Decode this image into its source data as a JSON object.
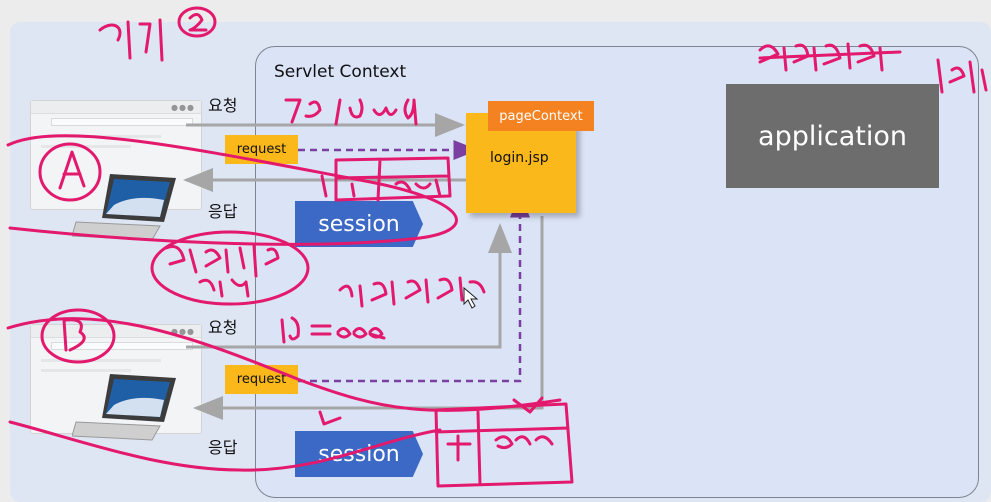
{
  "context": {
    "title": "Servlet Context"
  },
  "client_a": {
    "request_label": "요청",
    "response_label": "응답",
    "request_tag": "request"
  },
  "client_b": {
    "request_label": "요청",
    "response_label": "응답",
    "request_tag": "request"
  },
  "jsp": {
    "page_context": "pageContext",
    "file": "login.jsp"
  },
  "session_a": {
    "label": "session"
  },
  "session_b": {
    "label": "session"
  },
  "application": {
    "label": "application"
  },
  "colors": {
    "context_fill": "#dbe3f7",
    "jsp_fill": "#fbb81b",
    "page_context_fill": "#f58220",
    "session_fill": "#3b69c5",
    "application_fill": "#6d6d6d",
    "arrow_gray": "#a6a6a6",
    "dashed_purple": "#7a3fa0",
    "annotation_pink": "#e3196d"
  },
  "icons": [
    "browser-window-icon",
    "laptop-icon",
    "cursor-icon"
  ]
}
